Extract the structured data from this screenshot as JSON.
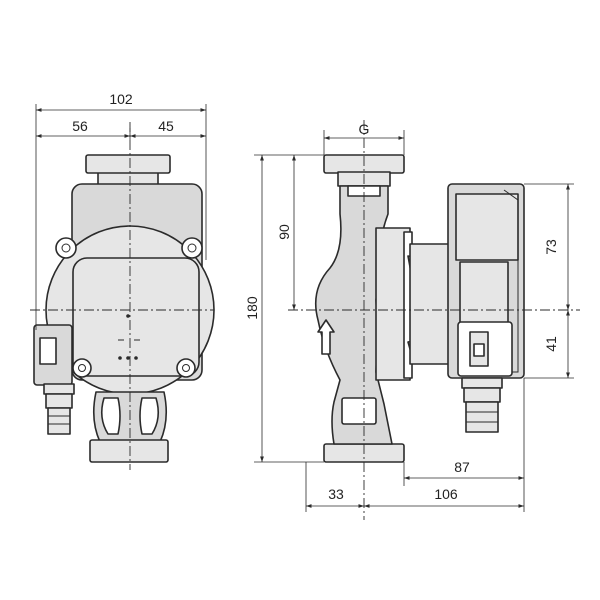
{
  "front_view": {
    "dim_total_width": "102",
    "dim_left_width": "56",
    "dim_right_width": "45"
  },
  "side_view": {
    "dim_thread": "G",
    "dim_top_to_axis": "90",
    "dim_total_height": "180",
    "dim_upper_head": "73",
    "dim_lower_head": "41",
    "dim_axis_to_head": "87",
    "dim_left_offset": "33",
    "dim_right_offset": "106"
  }
}
